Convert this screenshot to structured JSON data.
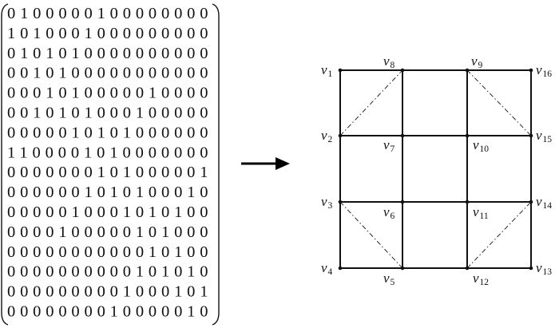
{
  "matrix": {
    "rows": [
      "0100000100000000",
      "1010001000000000",
      "0101010000000000",
      "0010100000000000",
      "0001010000010000",
      "0010101000100000",
      "0000010101000000",
      "1100001010000000",
      "0000000101000001",
      "0000001010100010",
      "0000010001010100",
      "0000100000101000",
      "0000000000010100",
      "0000000000101010",
      "0000000001000101",
      "0000000010000010"
    ]
  },
  "graph": {
    "vertices": [
      {
        "id": "v1",
        "main": "v",
        "sub": "1"
      },
      {
        "id": "v2",
        "main": "v",
        "sub": "2"
      },
      {
        "id": "v3",
        "main": "v",
        "sub": "3"
      },
      {
        "id": "v4",
        "main": "v",
        "sub": "4"
      },
      {
        "id": "v5",
        "main": "v",
        "sub": "5"
      },
      {
        "id": "v6",
        "main": "v",
        "sub": "6"
      },
      {
        "id": "v7",
        "main": "v",
        "sub": "7"
      },
      {
        "id": "v8",
        "main": "v",
        "sub": "8"
      },
      {
        "id": "v9",
        "main": "v",
        "sub": "9"
      },
      {
        "id": "v10",
        "main": "v",
        "sub": "10"
      },
      {
        "id": "v11",
        "main": "v",
        "sub": "11"
      },
      {
        "id": "v12",
        "main": "v",
        "sub": "12"
      },
      {
        "id": "v13",
        "main": "v",
        "sub": "13"
      },
      {
        "id": "v14",
        "main": "v",
        "sub": "14"
      },
      {
        "id": "v15",
        "main": "v",
        "sub": "15"
      },
      {
        "id": "v16",
        "main": "v",
        "sub": "16"
      }
    ],
    "solid_edges": [
      [
        "v1",
        "v8"
      ],
      [
        "v8",
        "v9"
      ],
      [
        "v9",
        "v16"
      ],
      [
        "v2",
        "v7"
      ],
      [
        "v7",
        "v10"
      ],
      [
        "v10",
        "v15"
      ],
      [
        "v3",
        "v6"
      ],
      [
        "v6",
        "v11"
      ],
      [
        "v11",
        "v14"
      ],
      [
        "v4",
        "v5"
      ],
      [
        "v5",
        "v12"
      ],
      [
        "v12",
        "v13"
      ],
      [
        "v1",
        "v2"
      ],
      [
        "v2",
        "v3"
      ],
      [
        "v3",
        "v4"
      ],
      [
        "v8",
        "v7"
      ],
      [
        "v7",
        "v6"
      ],
      [
        "v6",
        "v5"
      ],
      [
        "v9",
        "v10"
      ],
      [
        "v10",
        "v11"
      ],
      [
        "v11",
        "v12"
      ],
      [
        "v16",
        "v15"
      ],
      [
        "v15",
        "v14"
      ],
      [
        "v14",
        "v13"
      ]
    ],
    "dashed_edges": [
      [
        "v2",
        "v8"
      ],
      [
        "v9",
        "v15"
      ],
      [
        "v3",
        "v5"
      ],
      [
        "v12",
        "v14"
      ]
    ]
  },
  "arrow": {
    "direction": "right"
  }
}
